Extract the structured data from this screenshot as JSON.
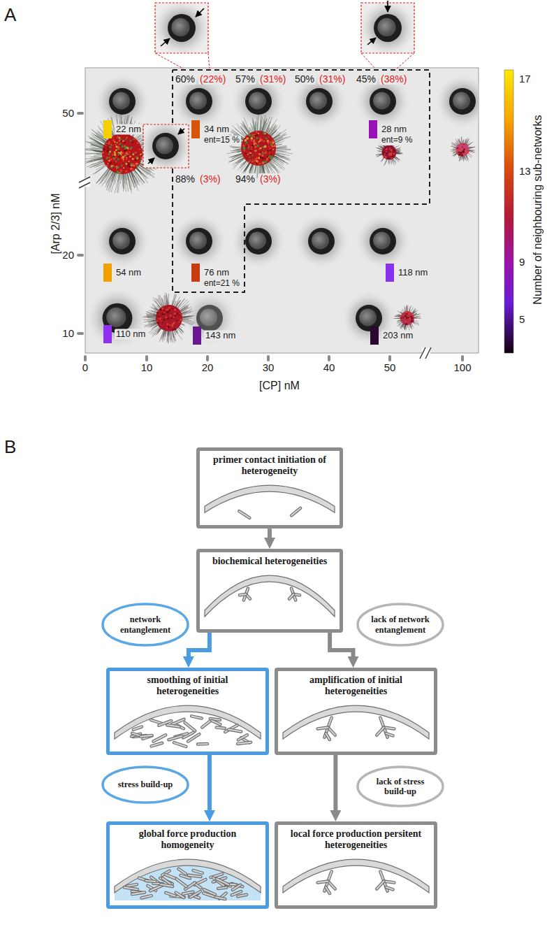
{
  "diagram": {
    "nodes": [
      {
        "text": [
          "primer contact initiation of heterogeneity"
        ]
      },
      {
        "text": [
          "biochemical heterogeneities"
        ]
      },
      {
        "text": [
          "network entanglement"
        ]
      },
      {
        "text": [
          "lack of network entanglement"
        ]
      },
      {
        "text": [
          "smoothing of initial heterogeneities"
        ]
      },
      {
        "text": [
          "amplification of initial heterogeneities"
        ]
      },
      {
        "text": [
          "stress build-up"
        ]
      },
      {
        "text": [
          "lack of stress build-up"
        ]
      },
      {
        "text": [
          "global force production homogeneity"
        ]
      },
      {
        "text": [
          "local force production persitent heterogeneities"
        ]
      }
    ],
    "edges": [
      {
        "from": 0,
        "to": 1,
        "arrow": "to"
      },
      {
        "from": 1,
        "to": 4,
        "arrow": "to"
      },
      {
        "from": 1,
        "to": 5,
        "arrow": "to"
      },
      {
        "from": 4,
        "to": 8,
        "arrow": "to"
      },
      {
        "from": 5,
        "to": 9,
        "arrow": "to"
      }
    ],
    "labels": [
      "A",
      "60%",
      "(22%)",
      "57%",
      "(31%)",
      "50%",
      "(31%)",
      "45%",
      "(38%)",
      "22 nm",
      "34 nm",
      "ent=15 %",
      "28 nm",
      "ent=9 %",
      "88%",
      "(3%)",
      "94%",
      "(3%)",
      "54 nm",
      "76 nm",
      "ent=21 %",
      "118 nm",
      "110 nm",
      "143 nm",
      "203 nm",
      "50",
      "20",
      "10",
      "[Arp 2/3] nM",
      "0",
      "10",
      "20",
      "30",
      "40",
      "50",
      "100",
      "[CP] nM",
      "17",
      "13",
      "9",
      "5",
      "Number of neighbouring sub-networks",
      "B"
    ]
  }
}
